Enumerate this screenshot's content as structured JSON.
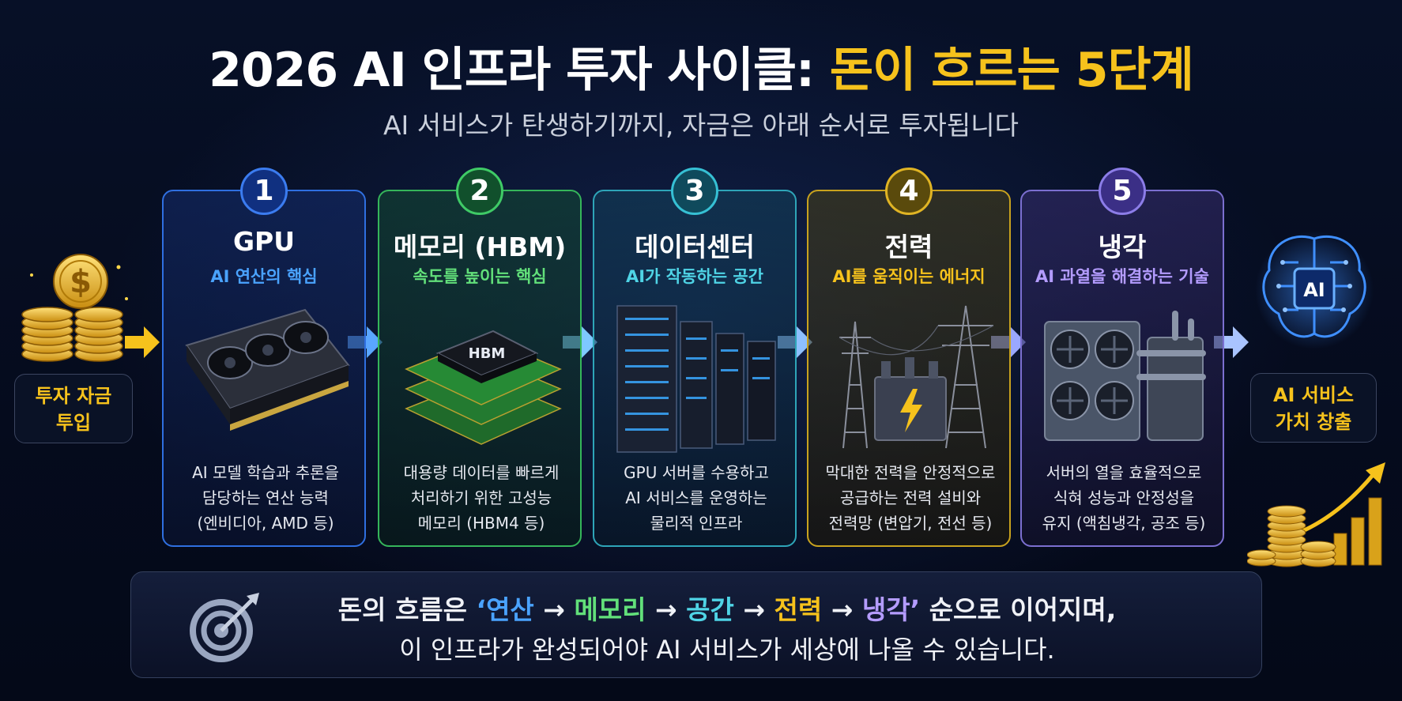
{
  "header": {
    "title_main": "2026 AI 인프라 투자 사이클: ",
    "title_highlight": "돈이 흐르는 5단계",
    "subtitle": "AI 서비스가 탄생하기까지, 자금은 아래 순서로 투자됩니다"
  },
  "start": {
    "label_line1": "투자 자금",
    "label_line2": "투입"
  },
  "end": {
    "label_line1": "AI 서비스",
    "label_line2": "가치 창출",
    "chip_text": "AI"
  },
  "steps": [
    {
      "number": "1",
      "title": "GPU",
      "subtitle": "AI 연산의 핵심",
      "desc1": "AI 모델 학습과 추론을",
      "desc2": "담당하는 연산 능력",
      "desc3": "(엔비디아, AMD 등)"
    },
    {
      "number": "2",
      "title": "메모리 (HBM)",
      "subtitle": "속도를 높이는 핵심",
      "chip_text": "HBM",
      "desc1": "대용량 데이터를 빠르게",
      "desc2": "처리하기 위한 고성능",
      "desc3": "메모리 (HBM4 등)"
    },
    {
      "number": "3",
      "title": "데이터센터",
      "subtitle": "AI가 작동하는 공간",
      "desc1": "GPU 서버를 수용하고",
      "desc2": "AI 서비스를 운영하는",
      "desc3": "물리적 인프라"
    },
    {
      "number": "4",
      "title": "전력",
      "subtitle": "AI를 움직이는 에너지",
      "desc1": "막대한 전력을 안정적으로",
      "desc2": "공급하는 전력 설비와",
      "desc3": "전력망 (변압기, 전선 등)"
    },
    {
      "number": "5",
      "title": "냉각",
      "subtitle": "AI 과열을 해결하는 기술",
      "desc1": "서버의 열을 효율적으로",
      "desc2": "식혀 성능과 안정성을",
      "desc3": "유지 (액침냉각, 공조 등)"
    }
  ],
  "banner": {
    "l1_prefix": "돈의 흐름은 ",
    "l1_open": "‘",
    "k1": "연산",
    "arrow": " → ",
    "k2": "메모리",
    "k3": "공간",
    "k4": "전력",
    "k5": "냉각",
    "l1_close": "’",
    "l1_suffix": " 순으로 이어지며,",
    "l2": "이 인프라가 완성되어야 AI 서비스가 세상에 나올 수 있습니다."
  },
  "colors": {
    "accent_yellow": "#f6c21c",
    "gpu_blue": "#4aa3ff",
    "memory_green": "#62e07a",
    "datacenter_cyan": "#4fd4e6",
    "power_yellow": "#f6c21c",
    "cooling_purple": "#b49cff"
  },
  "icons": [
    "coin-stack-icon",
    "gpu-card-icon",
    "hbm-chip-icon",
    "server-rack-icon",
    "power-tower-icon",
    "cooling-unit-icon",
    "ai-brain-icon",
    "growth-chart-icon",
    "target-icon",
    "arrow-right-icon"
  ]
}
